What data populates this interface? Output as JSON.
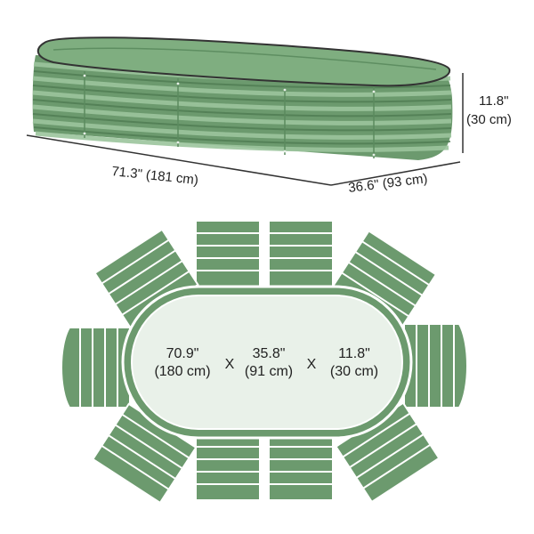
{
  "colors": {
    "bed_green": "#6c9a6e",
    "bed_light": "#8db78e",
    "bed_dark": "#4d7a50",
    "soil_fill": "#e9f1e9",
    "text": "#222222",
    "line": "#333333"
  },
  "top_view": {
    "length_label": "71.3\" (181 cm)",
    "width_label": "36.6\" (93 cm)",
    "height_label_line1": "11.8\"",
    "height_label_line2": "(30 cm)"
  },
  "bottom_view": {
    "length_line1": "70.9\"",
    "length_line2": "(180 cm)",
    "sep1": "X",
    "width_line1": "35.8\"",
    "width_line2": "(91 cm)",
    "sep2": "X",
    "height_line1": "11.8\"",
    "height_line2": "(30 cm)"
  }
}
